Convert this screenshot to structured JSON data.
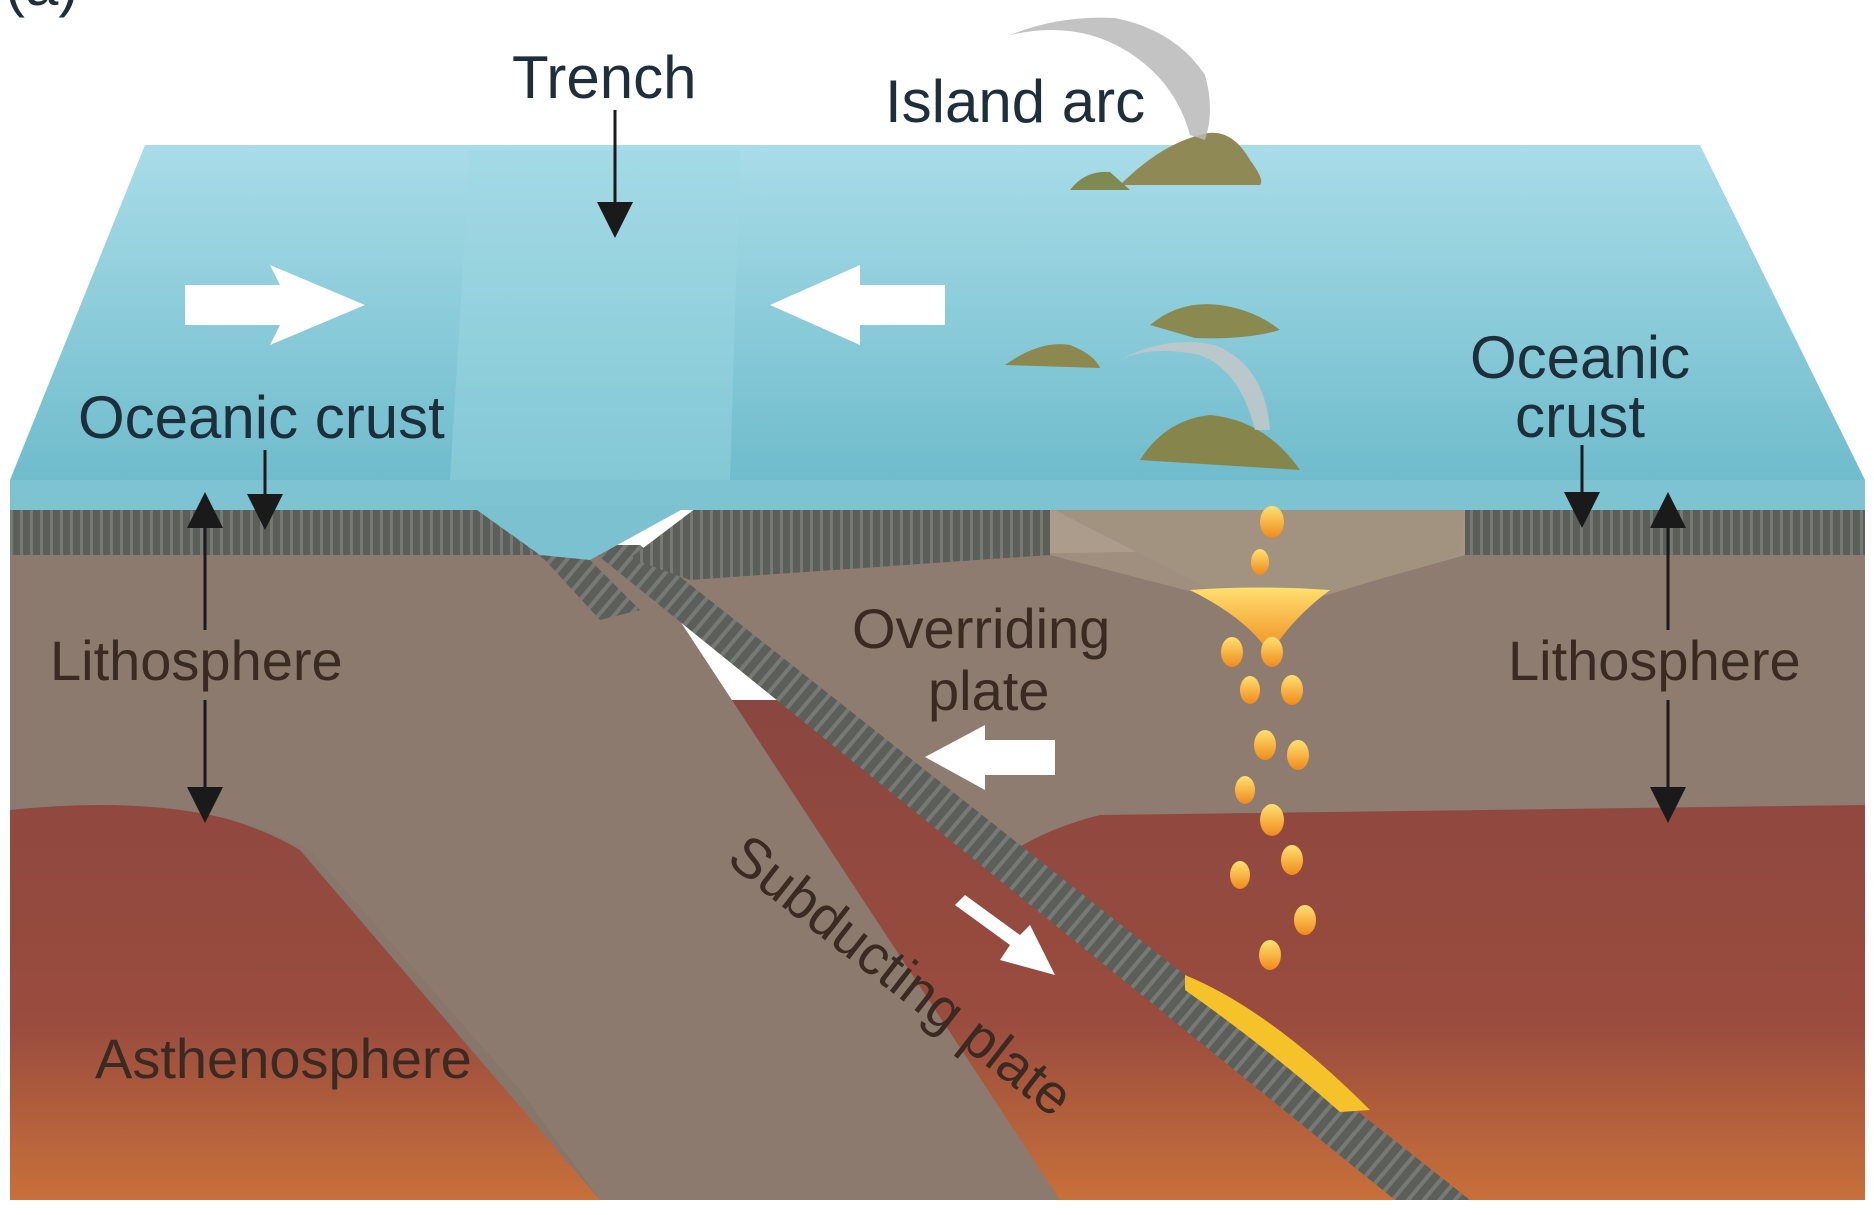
{
  "panel_label": "(a)",
  "labels": {
    "trench": "Trench",
    "island_arc": "Island arc",
    "oceanic_crust_left": "Oceanic crust",
    "oceanic_crust_right_line1": "Oceanic",
    "oceanic_crust_right_line2": "crust",
    "lithosphere_left": "Lithosphere",
    "lithosphere_right": "Lithosphere",
    "overriding_plate_line1": "Overriding",
    "overriding_plate_line2": "plate",
    "subducting_plate": "Subducting plate",
    "asthenosphere": "Asthenosphere"
  },
  "colors": {
    "ocean": "#8fd0de",
    "ocean_deep": "#6fbccc",
    "crust_band": "#5f615c",
    "lithosphere": "#8c7a6c",
    "asthenosphere": "#8e4a40",
    "asthenosphere_bottom": "#c06a3c",
    "magma": "#f5a623",
    "arrow": "#ffffff",
    "text": "#1e2f3b"
  }
}
